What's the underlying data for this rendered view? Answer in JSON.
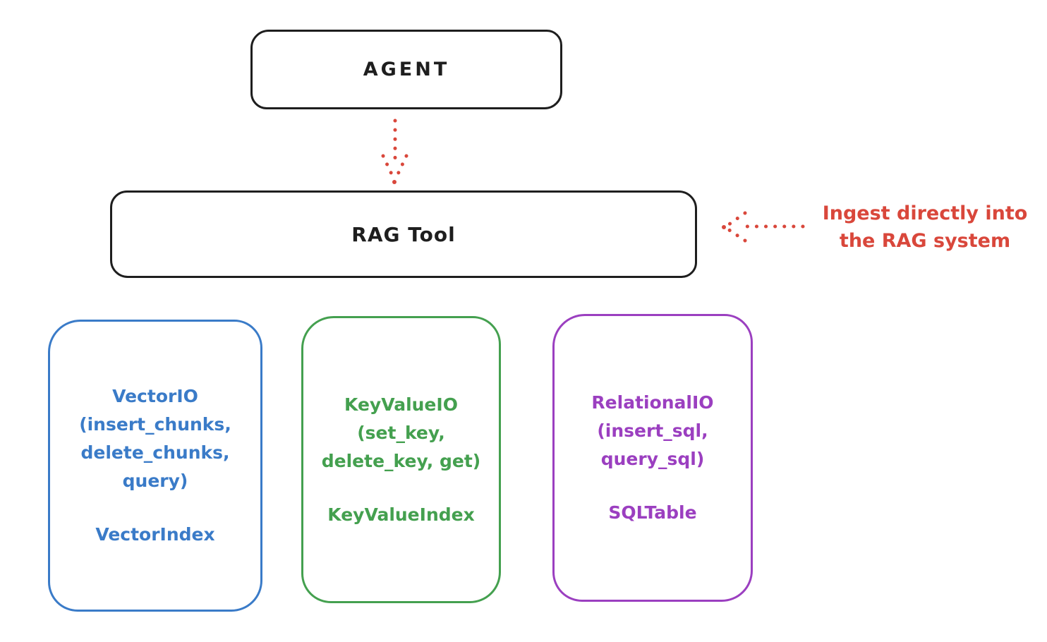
{
  "colors": {
    "ink": "#1e1e1e",
    "red": "#d9473b",
    "blue": "#3a7bc8",
    "green": "#44a04f",
    "purple": "#9b3fc0",
    "background": "#ffffff"
  },
  "agent": {
    "label": "AGENT"
  },
  "rag_tool": {
    "label": "RAG Tool"
  },
  "annotation": {
    "line1": "Ingest directly into",
    "line2": "the RAG system"
  },
  "backends": [
    {
      "name": "VectorIO",
      "methods": "VectorIO\n(insert_chunks,\ndelete_chunks,\nquery)",
      "index": "VectorIndex"
    },
    {
      "name": "KeyValueIO",
      "methods": "KeyValueIO\n(set_key,\ndelete_key, get)",
      "index": "KeyValueIndex"
    },
    {
      "name": "RelationalIO",
      "methods": "RelationalIO\n(insert_sql,\nquery_sql)",
      "index": "SQLTable"
    }
  ]
}
